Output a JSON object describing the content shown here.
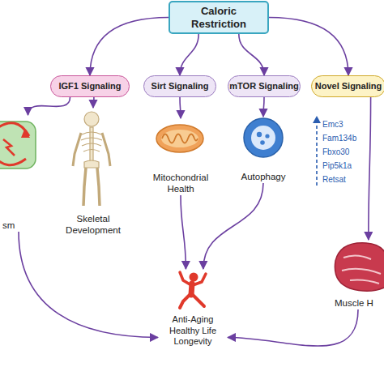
{
  "diagram": {
    "nodes": [
      {
        "text": [
          "Caloric Restriction"
        ]
      },
      {
        "text": [
          "IGF1 Signaling"
        ]
      },
      {
        "text": [
          "Sirt Signaling"
        ]
      },
      {
        "text": [
          "mTOR Signaling"
        ]
      },
      {
        "text": [
          "Novel Signaling"
        ]
      },
      {
        "text": [
          "sm"
        ]
      },
      {
        "text": [
          "Skeletal Development"
        ]
      },
      {
        "text": [
          "Mitochondrial Health"
        ]
      },
      {
        "text": [
          "Autophagy"
        ]
      },
      {
        "text": [
          "Muscle H"
        ]
      },
      {
        "text": [
          "Anti-Aging Healthy Life Longevity"
        ]
      }
    ],
    "edges": [
      {
        "from": 0,
        "to": 1,
        "arrow": "to"
      },
      {
        "from": 0,
        "to": 2,
        "arrow": "to"
      },
      {
        "from": 0,
        "to": 3,
        "arrow": "to"
      },
      {
        "from": 0,
        "to": 4,
        "arrow": "to"
      },
      {
        "from": 1,
        "to": 5,
        "arrow": "to"
      },
      {
        "from": 1,
        "to": 6,
        "arrow": "to"
      },
      {
        "from": 2,
        "to": 7,
        "arrow": "to"
      },
      {
        "from": 3,
        "to": 8,
        "arrow": "to"
      },
      {
        "from": 4,
        "to": 9,
        "arrow": "to"
      },
      {
        "from": 7,
        "to": 10,
        "arrow": "to"
      },
      {
        "from": 8,
        "to": 10,
        "arrow": "to"
      },
      {
        "from": 5,
        "to": 10,
        "arrow": "to"
      },
      {
        "from": 9,
        "to": 10,
        "arrow": "to"
      }
    ],
    "labels": [
      "Emc3",
      "Fam134b",
      "Fbxo30",
      "Pip5k1a",
      "Retsat"
    ]
  }
}
